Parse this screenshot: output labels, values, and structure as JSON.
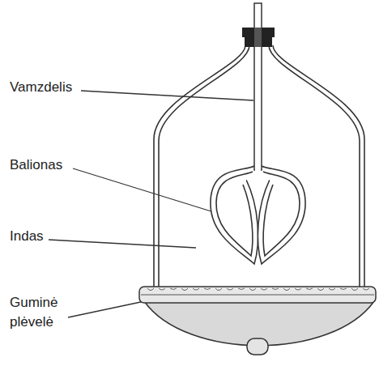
{
  "diagram": {
    "labels": [
      "Vamzdelis",
      "Balionas",
      "Indas",
      "Guminė plėvelė"
    ]
  }
}
